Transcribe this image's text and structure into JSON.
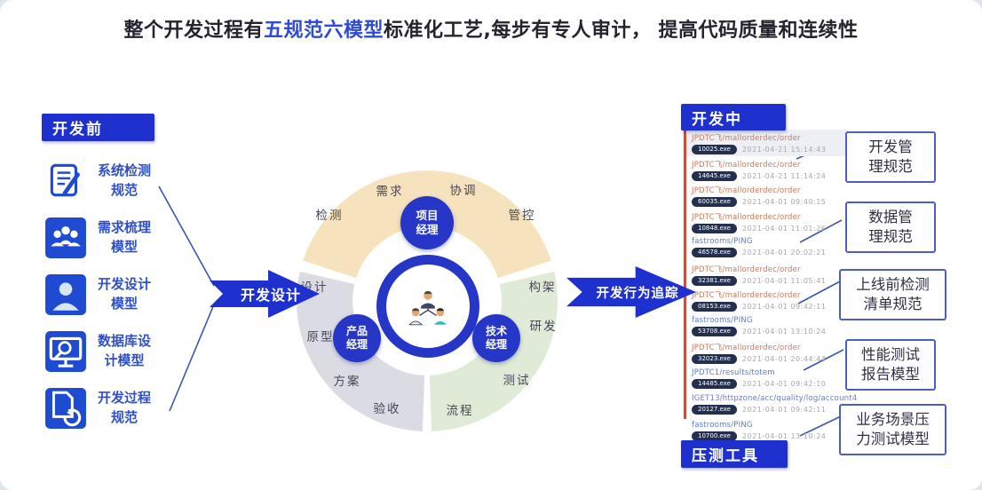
{
  "title": {
    "pre": "整个开发过程有",
    "highlight": "五规范六模型",
    "post": "标准化工艺,每步有专人审计， 提高代码质量和连续性"
  },
  "palette": {
    "primary": "#1E30CE",
    "highlight_text": "#2E4BD6",
    "sidebar_text": "#2F50C8",
    "ring_orange": "#F7E2BE",
    "ring_gray": "#DBDBE4",
    "ring_green": "#DFEBD6",
    "circle_blue": "#2636C6",
    "path_orange": "#C8795B",
    "path_blue": "#5B7BD5",
    "badge_bg": "#232F4E",
    "red_border": "#C4513D",
    "callout_border": "#4A5FC0",
    "connector": "#3D55B0"
  },
  "pre_dev": {
    "header": "开发前",
    "items": [
      {
        "icon": "doc-pencil-icon",
        "label": "系统检测\n规范"
      },
      {
        "icon": "team-group-icon",
        "label": "需求梳理\n模型"
      },
      {
        "icon": "person-icon",
        "label": "开发设计\n模型"
      },
      {
        "icon": "monitor-search-icon",
        "label": "数据库设\n计模型"
      },
      {
        "icon": "doc-refresh-icon",
        "label": "开发过程\n规范"
      }
    ]
  },
  "flow": {
    "left_arrow": "开发设计",
    "right_arrow": "开发行为追踪"
  },
  "ring": {
    "phases": [
      "检测",
      "需求",
      "协调",
      "管控",
      "构架",
      "研发",
      "测试",
      "流程",
      "验收",
      "方案",
      "原型",
      "设计"
    ],
    "roles": {
      "top": "项目\n经理",
      "left": "产品\n经理",
      "right": "技术\n经理"
    }
  },
  "dev_list": {
    "header": "开发中",
    "footer": "压测工具",
    "rows": [
      {
        "path": "JPDTC飞/mallorderdec/order",
        "type": "orange",
        "badge": "10025.exe",
        "time": "2021-04-21 15:14:43",
        "highlight": true
      },
      {
        "path": "JPDTC飞/mallorderdec/order",
        "type": "orange",
        "badge": "14645.exe",
        "time": "2021-04-21 11:14:24",
        "highlight": false
      },
      {
        "path": "JPDTC飞/mallorderdec/order",
        "type": "orange",
        "badge": "60035.exe",
        "time": "2021-04-01 09:40:15",
        "highlight": false
      },
      {
        "path": "JPDTC飞/mallorderdec/order",
        "type": "orange",
        "badge": "10848.exe",
        "time": "2021-04-01 11:01:26",
        "highlight": false
      },
      {
        "path": "fastrooms/PING",
        "type": "blue",
        "badge": "46578.exe",
        "time": "2021-04-01 20:02:21",
        "highlight": false
      },
      {
        "path": "JPDTC飞/mallorderdec/order",
        "type": "orange",
        "badge": "32381.exe",
        "time": "2021-04-01 11:05:41",
        "highlight": false
      },
      {
        "path": "JPDTC飞/mallorderdec/order",
        "type": "orange",
        "badge": "08153.exe",
        "time": "2021-04-01 09:42:11",
        "highlight": false
      },
      {
        "path": "fastrooms/PING",
        "type": "blue",
        "badge": "53708.exe",
        "time": "2021-04-01 13:10:24",
        "highlight": false
      },
      {
        "path": "JPDTC飞/mallorderdec/order",
        "type": "orange",
        "badge": "32023.exe",
        "time": "2021-04-01 20:44:44",
        "highlight": false
      },
      {
        "path": "JPDTC1/results/totem",
        "type": "blue",
        "badge": "14485.exe",
        "time": "2021-04-01 09:42:10",
        "highlight": false
      },
      {
        "path": "IGET13/httpzone/acc/quality/log/account4",
        "type": "purple",
        "badge": "20127.exe",
        "time": "2021-04-01 09:42:11",
        "highlight": false
      },
      {
        "path": "fastrooms/PING",
        "type": "blue",
        "badge": "10700.exe",
        "time": "2021-04-01 13:10:24",
        "highlight": false
      }
    ]
  },
  "callouts": [
    "开发管\n理规范",
    "数据管\n理规范",
    "上线前检测\n清单规范",
    "性能测试\n报告模型",
    "业务场景压\n力测试模型"
  ]
}
